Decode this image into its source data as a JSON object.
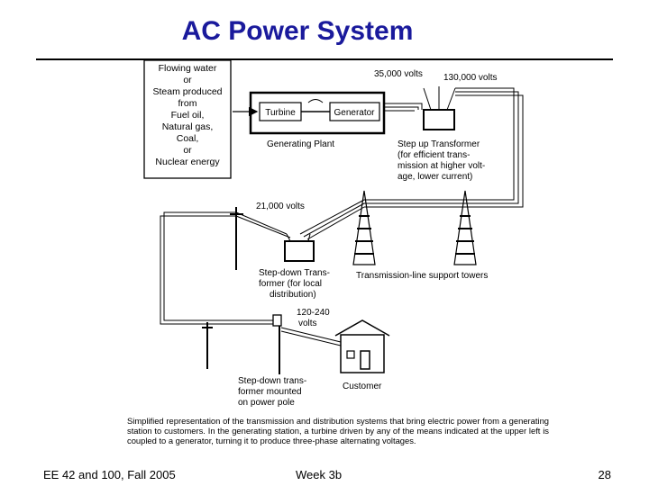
{
  "title": "AC Power System",
  "source": [
    "Flowing water",
    "or",
    "Steam produced",
    "from",
    "Fuel oil,",
    "Natural gas,",
    "Coal,",
    "or",
    "Nuclear energy"
  ],
  "plant": {
    "turbine": "Turbine",
    "generator": "Generator",
    "label": "Generating Plant"
  },
  "voltages": {
    "v35000": "35,000 volts",
    "v130000": "130,000 volts",
    "v21000": "21,000 volts",
    "v120_240": [
      "120-240",
      "volts"
    ]
  },
  "step_up": [
    "Step up Transformer",
    "(for efficient trans-",
    "mission at higher volt-",
    "age, lower current)"
  ],
  "step_down_local": [
    "Step-down Trans-",
    "former (for local",
    "distribution)"
  ],
  "towers_label": "Transmission-line support towers",
  "pole_transformer": [
    "Step-down trans-",
    "former mounted",
    "on power pole"
  ],
  "customer": "Customer",
  "caption": "Simplified representation of the transmission and distribution systems that bring electric power from a generating station to customers. In the generating station, a turbine driven by any of the means indicated at the upper left is coupled to a generator, turning it to produce three-phase alternating voltages.",
  "footer": {
    "left": "EE 42 and 100, Fall 2005",
    "center": "Week 3b",
    "right": "28"
  }
}
